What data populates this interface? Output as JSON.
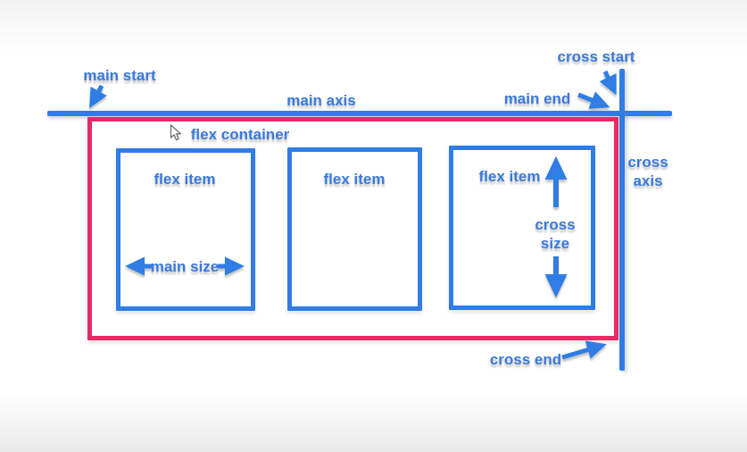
{
  "colors": {
    "axis_blue": "#2f7de5",
    "container_pink": "#e82b65",
    "label_blue": "#3a7add",
    "bg_top": "#f2f2f2",
    "bg_bottom": "#e9e9e9"
  },
  "labels": {
    "main_start": "main start",
    "main_axis": "main axis",
    "main_end": "main end",
    "cross_start": "cross start",
    "cross_axis_1": "cross",
    "cross_axis_2": "axis",
    "cross_end": "cross end",
    "flex_container": "flex container",
    "flex_items": [
      "flex item",
      "flex item",
      "flex item"
    ],
    "main_size": "main size",
    "cross_size_1": "cross",
    "cross_size_2": "size"
  },
  "icons": {
    "mouse_cursor": "arrow-cursor"
  }
}
